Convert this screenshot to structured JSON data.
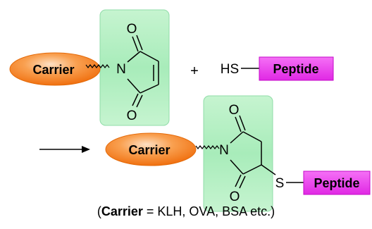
{
  "reagents": {
    "carrier_label": "Carrier",
    "peptide_label": "Peptide",
    "thiol_prefix": "HS",
    "plus_sign": "+"
  },
  "maleimide": {
    "nitrogen": "N",
    "oxygen_top": "O",
    "oxygen_bottom": "O"
  },
  "product": {
    "carrier_label": "Carrier",
    "peptide_label": "Peptide",
    "nitrogen": "N",
    "oxygen_top": "O",
    "oxygen_bottom": "O",
    "sulfur": "S"
  },
  "caption": {
    "open_paren": "(",
    "term": "Carrier",
    "rest": " = KLH, OVA, BSA etc.)"
  },
  "colors": {
    "carrier_fill": "#f77a1b",
    "carrier_highlight": "#fde0c4",
    "peptide_fill": "#ee3bf0",
    "peptide_border": "#c40ac8",
    "highlight_fill": "#b8f0c4",
    "highlight_border": "#8ad8a0"
  }
}
